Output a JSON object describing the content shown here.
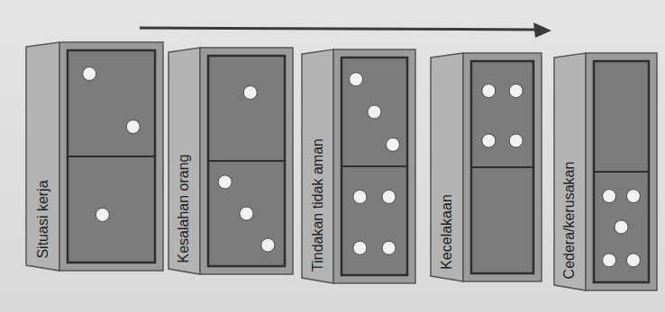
{
  "diagram": {
    "nodes": [
      {
        "text": [
          "Situasi kerja"
        ]
      },
      {
        "text": [
          "Kesalahan orang"
        ]
      },
      {
        "text": [
          "Tindakan tidak aman"
        ]
      },
      {
        "text": [
          "Kecelakaan"
        ]
      },
      {
        "text": [
          "Cedera/kerusakan"
        ]
      }
    ]
  }
}
